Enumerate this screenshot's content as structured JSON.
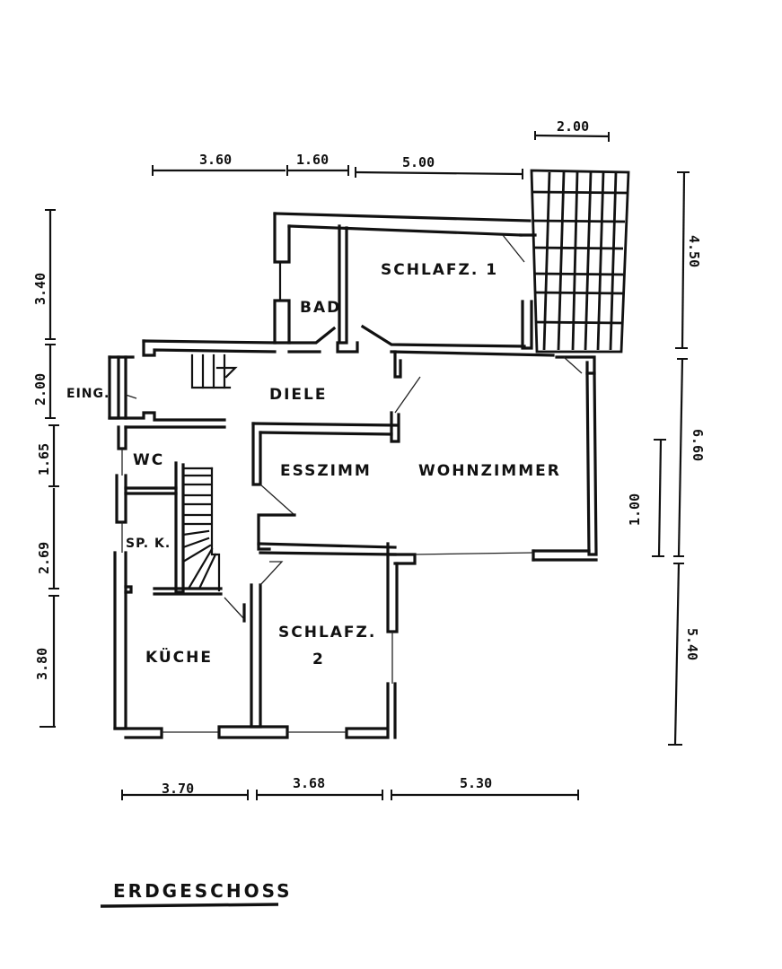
{
  "plan": {
    "title": "ERDGESCHOSS",
    "rooms": {
      "schlafz1": "SCHLAFZ. 1",
      "bad": "BAD",
      "diele": "DIELE",
      "eingang": "EING.",
      "wc": "WC",
      "esszimmer": "ESSZIMM",
      "wohnzimmer": "WOHNZIMMER",
      "speisekammer": "SP. K.",
      "kueche": "KÜCHE",
      "schlafz2_line1": "SCHLAFZ.",
      "schlafz2_line2": "2"
    }
  },
  "dimensions": {
    "top": [
      "3.60",
      "1.60",
      "5.00"
    ],
    "terrace_width": "2.00",
    "left": [
      "3.40",
      "2.00",
      "1.65",
      "2.69",
      "3.80"
    ],
    "right": [
      "4.50",
      "6.60",
      "5.40"
    ],
    "right_inner": "1.00",
    "bottom": [
      "3.70",
      "3.68",
      "5.30"
    ]
  },
  "colors": {
    "ink": "#111111",
    "paper": "#ffffff"
  }
}
